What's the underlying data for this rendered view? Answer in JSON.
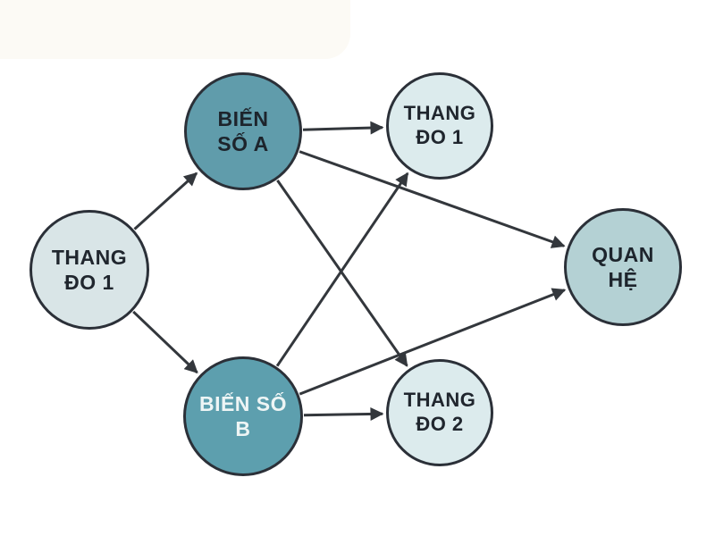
{
  "diagram": {
    "description_labels_language": "vi",
    "nodes": {
      "measure1_left": {
        "line1": "THANG",
        "line2": "ĐO 1",
        "fill": "#d9e5e7",
        "text_color": "#20262e"
      },
      "var_a": {
        "line1": "BIẾN",
        "line2": "SỐ A",
        "fill": "#609cab",
        "text_color": "#1d242c"
      },
      "measure1_right": {
        "line1": "THANG",
        "line2": "ĐO 1",
        "fill": "#dcebed",
        "text_color": "#20262e"
      },
      "relation": {
        "line1": "QUAN",
        "line2": "HỆ",
        "fill": "#b4d1d4",
        "text_color": "#1d242c"
      },
      "var_b": {
        "line1": "BIẾN SỐ",
        "line2": "B",
        "fill": "#5d9fae",
        "text_color": "#eef5f5"
      },
      "measure2": {
        "line1": "THANG",
        "line2": "ĐO 2",
        "fill": "#dcebed",
        "text_color": "#20262e"
      }
    },
    "edges": [
      {
        "from": "measure1_left",
        "to": "var_a"
      },
      {
        "from": "measure1_left",
        "to": "var_b"
      },
      {
        "from": "var_a",
        "to": "measure1_right"
      },
      {
        "from": "var_a",
        "to": "relation"
      },
      {
        "from": "var_a",
        "to": "measure2"
      },
      {
        "from": "var_b",
        "to": "measure1_right"
      },
      {
        "from": "var_b",
        "to": "relation"
      },
      {
        "from": "var_b",
        "to": "measure2"
      }
    ],
    "colors": {
      "arrow": "#33373c",
      "node_border": "#2b3038",
      "background": "#ffffff"
    }
  }
}
